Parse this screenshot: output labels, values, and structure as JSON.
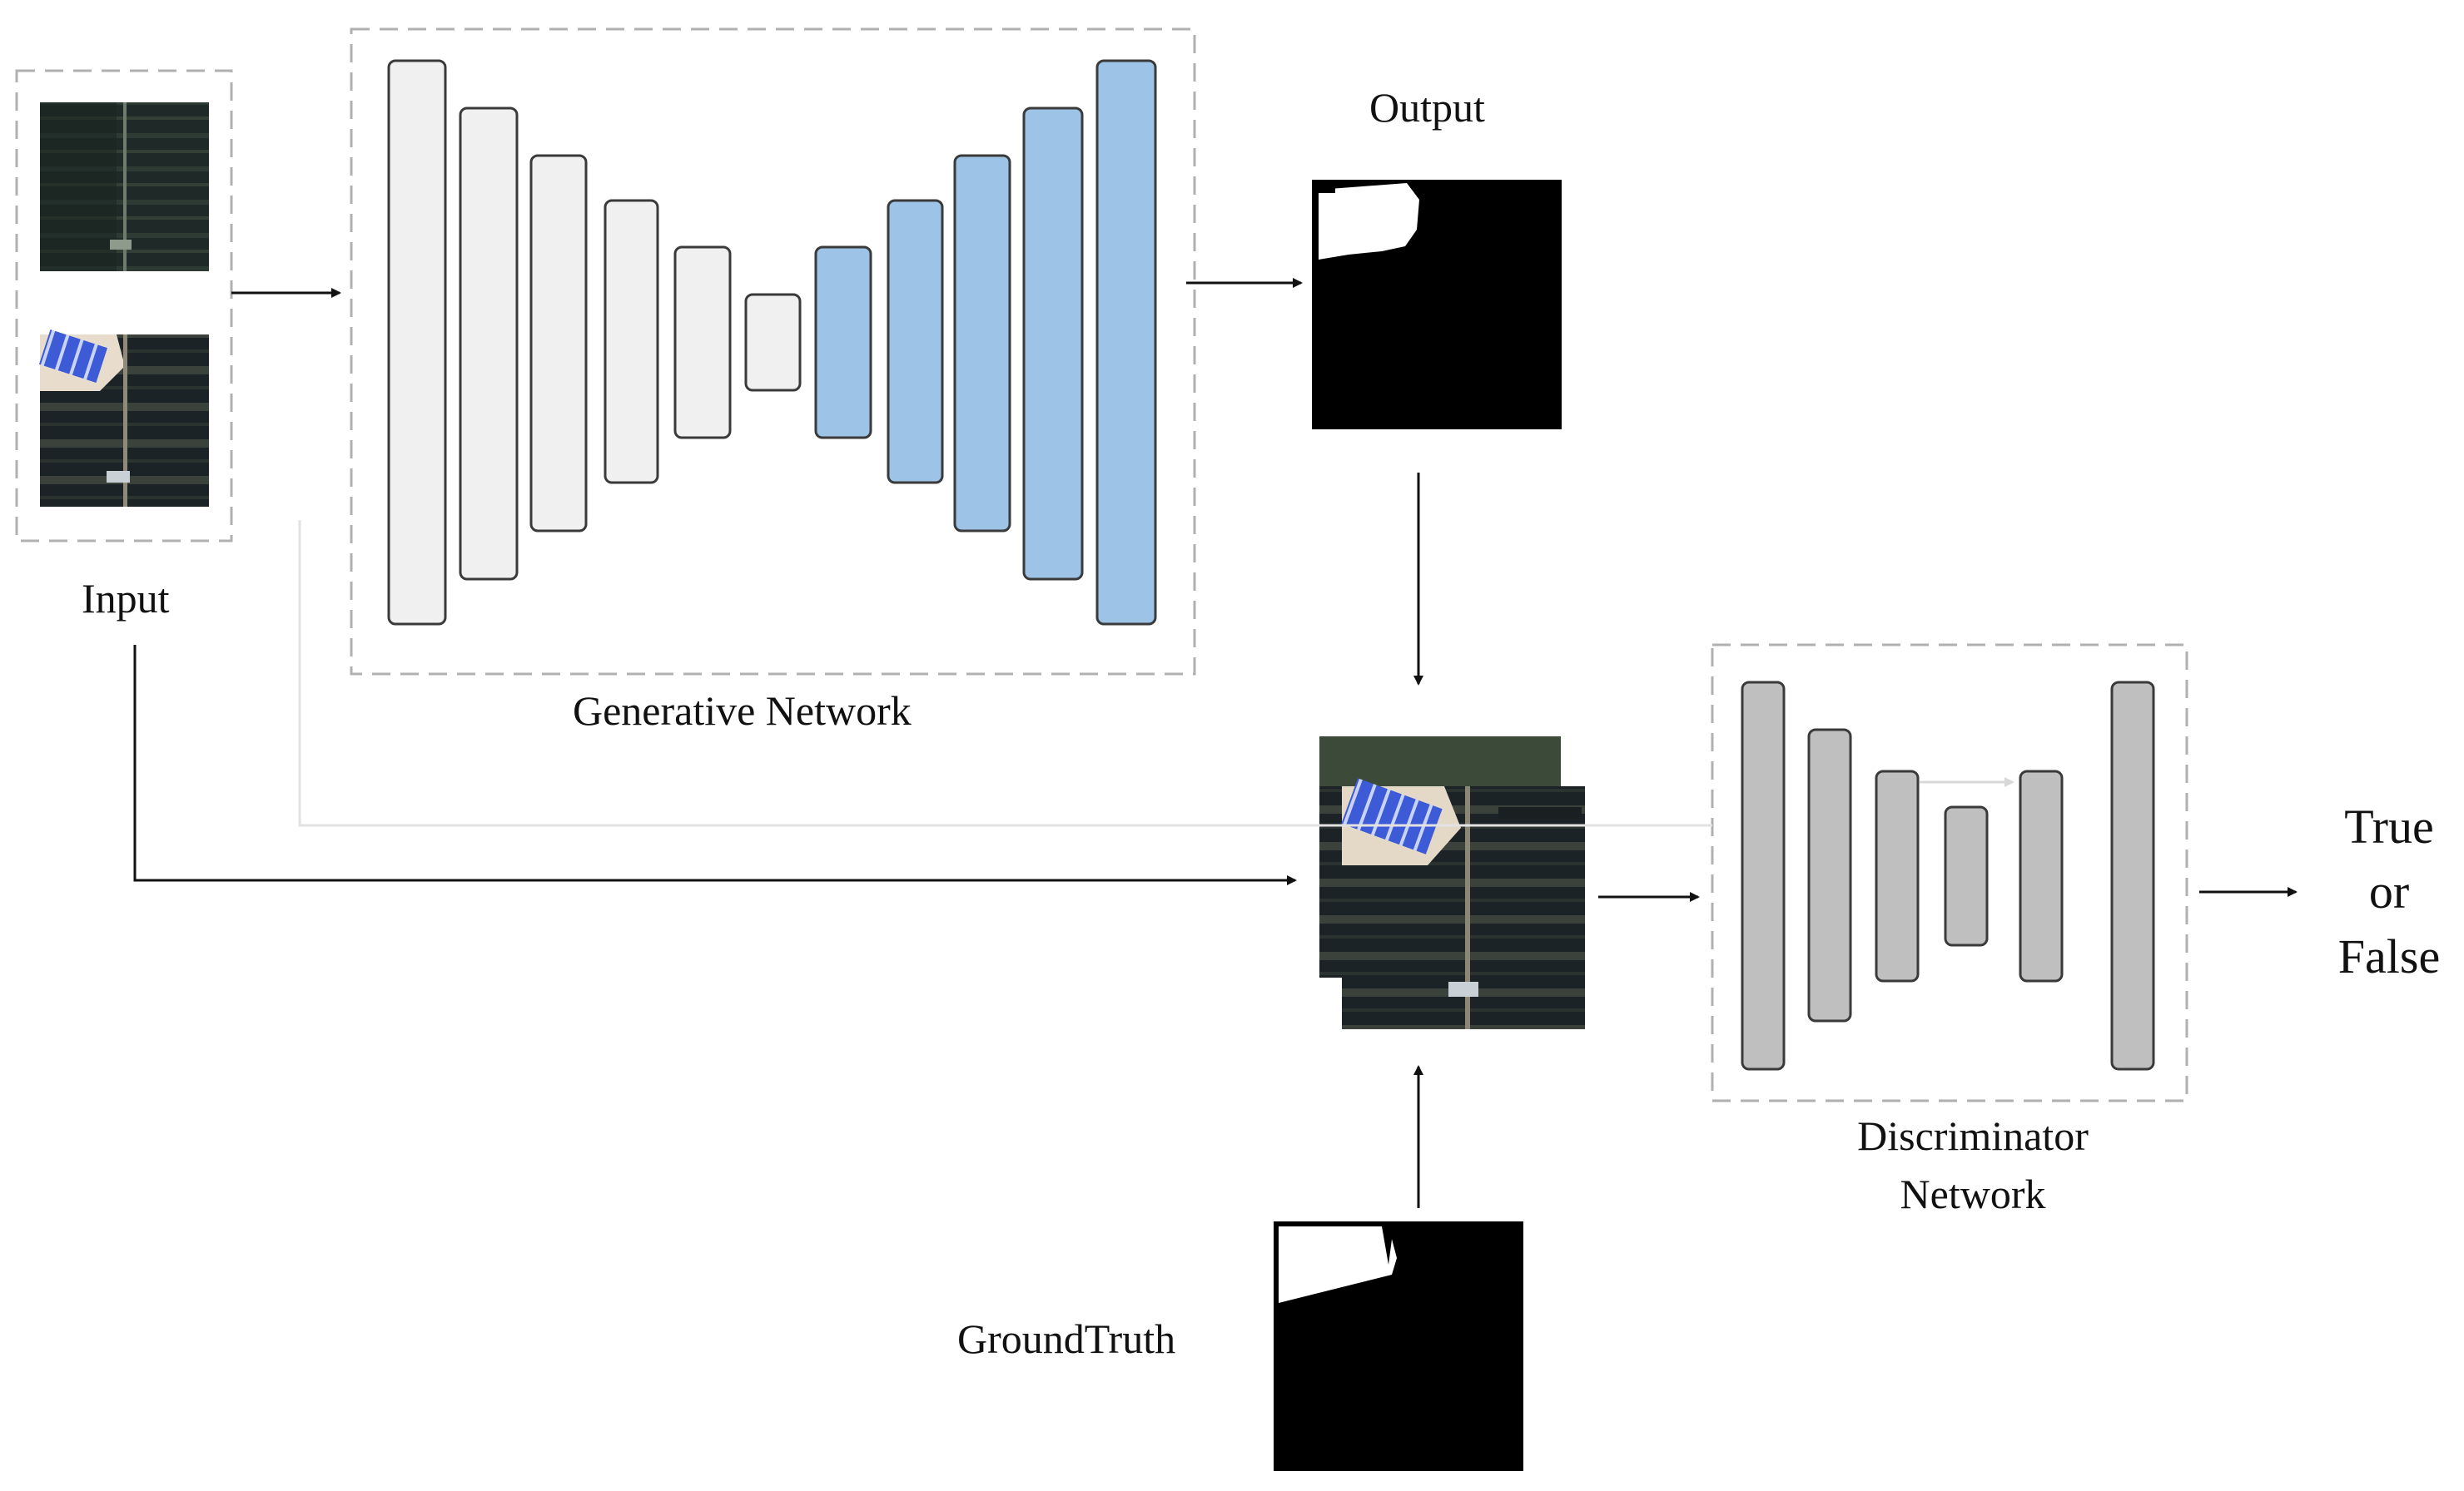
{
  "labels": {
    "input": "Input",
    "output": "Output",
    "generative_network": "Generative Network",
    "discriminator_line1": "Discriminator",
    "discriminator_line2": "Network",
    "ground_truth": "GroundTruth",
    "result_line1": "True",
    "result_line2": "or",
    "result_line3": "False"
  },
  "colors": {
    "encoder_block": "#f0f0f0",
    "decoder_block": "#9dc3e6",
    "discriminator_block": "#bfbfbf",
    "block_border": "#3a3a3a",
    "dashed_frame": "#b0b0b0",
    "arrow": "#111111",
    "mask_background": "#000000",
    "mask_foreground": "#ffffff"
  },
  "generator": {
    "encoder_blocks": 6,
    "decoder_blocks": 5
  },
  "discriminator": {
    "blocks": 6
  }
}
